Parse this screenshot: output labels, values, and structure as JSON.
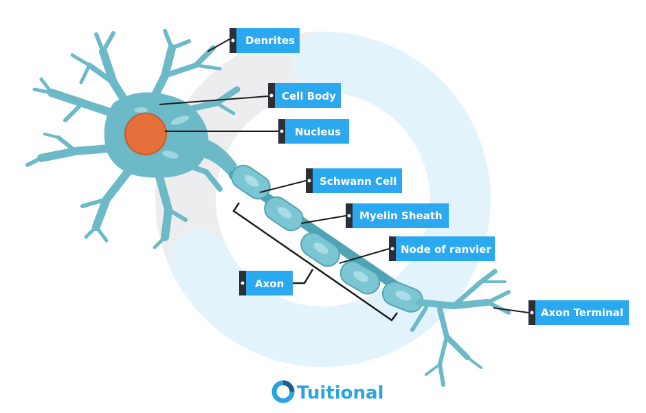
{
  "labels": {
    "dendrites": "Denrites",
    "cell_body": "Cell Body",
    "nucleus": "Nucleus",
    "schwann_cell": "Schwann Cell",
    "myelin_sheath": "Myelin Sheath",
    "node_of_ranvier": "Node of ranvier",
    "axon": "Axon",
    "axon_terminal": "Axon Terminal"
  },
  "brand": {
    "name": "Tuitional"
  },
  "colors": {
    "neuron": "#6cb9c8",
    "neuron_dark": "#4fa3b4",
    "nucleus": "#e4703c",
    "label_fill": "#2aa8f0",
    "label_tab": "#2b2f36",
    "ring_gray": "#ededef",
    "ring_blue": "#e3f3fc",
    "brand": "#2aa3e0"
  }
}
